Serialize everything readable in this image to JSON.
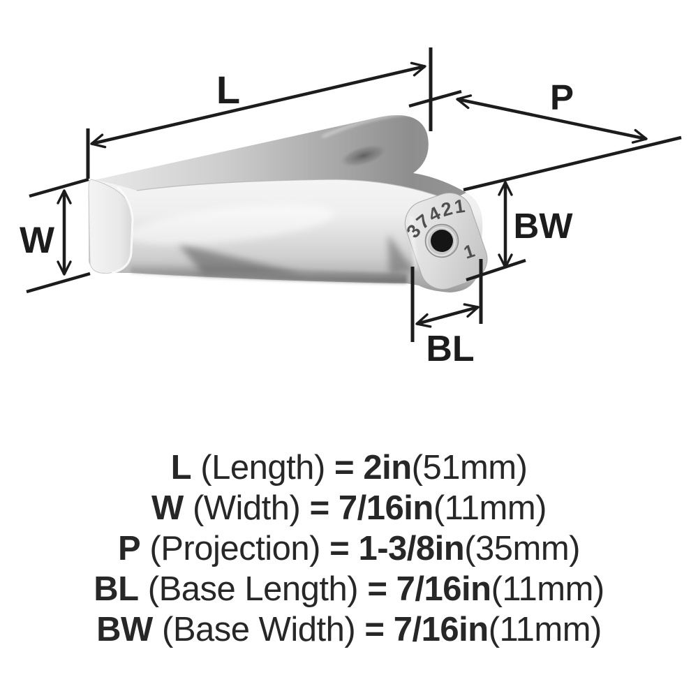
{
  "diagram": {
    "labels": {
      "L": "L",
      "P": "P",
      "W": "W",
      "BW": "BW",
      "BL": "BL"
    },
    "engraving": {
      "part_number": "37421",
      "size_mark": "1"
    },
    "colors": {
      "line": "#1c1c1c",
      "metal_light": "#f5f5f5",
      "metal_mid": "#c9c9c9",
      "metal_dark": "#8f8f8f",
      "hole": "#151515",
      "background": "#ffffff"
    }
  },
  "specs": {
    "rows": [
      {
        "label": "L",
        "name": "(Length)",
        "eq": "=",
        "value": "2in",
        "metric": "(51mm)"
      },
      {
        "label": "W",
        "name": "(Width)",
        "eq": "=",
        "value": "7/16in",
        "metric": "(11mm)"
      },
      {
        "label": "P",
        "name": "(Projection)",
        "eq": "=",
        "value": "1-3/8in",
        "metric": "(35mm)"
      },
      {
        "label": "BL",
        "name": "(Base Length)",
        "eq": "=",
        "value": "7/16in",
        "metric": "(11mm)"
      },
      {
        "label": "BW",
        "name": "(Base Width)",
        "eq": "=",
        "value": "7/16in",
        "metric": "(11mm)"
      }
    ]
  }
}
